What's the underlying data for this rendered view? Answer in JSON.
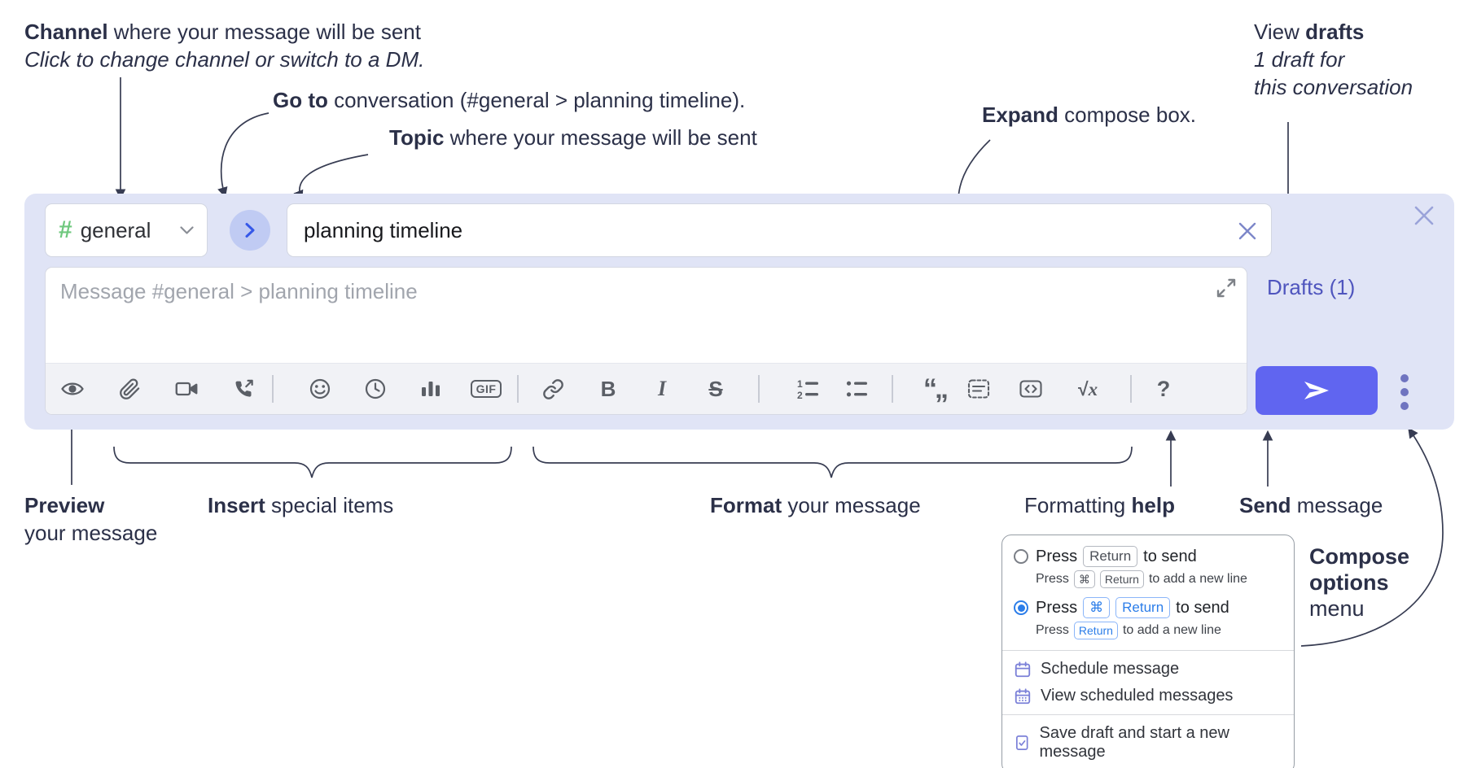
{
  "annotations": {
    "channel_bold": "Channel",
    "channel_rest": " where your message will be sent",
    "channel_italic": "Click to change channel or switch to a DM.",
    "goto_bold": "Go to",
    "goto_rest": " conversation (#general > planning timeline).",
    "topic_bold": "Topic",
    "topic_rest": " where your message will be sent",
    "expand_bold": "Expand",
    "expand_rest": " compose box.",
    "drafts_pre": "View ",
    "drafts_bold": "drafts",
    "drafts_italic_1": "1 draft for",
    "drafts_italic_2": "this conversation",
    "preview_bold": "Preview",
    "preview_rest": "your message",
    "insert_bold": "Insert",
    "insert_rest": " special items",
    "format_bold": "Format",
    "format_rest": " your message",
    "help_pre": "Formatting ",
    "help_bold": "help",
    "send_bold": "Send",
    "send_rest": " message",
    "compose_options_bold_1": "Compose",
    "compose_options_bold_2": "options",
    "compose_options_rest": "menu"
  },
  "compose": {
    "channel": {
      "hash": "#",
      "name": "general"
    },
    "topic": {
      "value": "planning timeline"
    },
    "message": {
      "placeholder": "Message #general > planning timeline"
    },
    "drafts_link": "Drafts (1)",
    "toolbar": {
      "icons": [
        "preview-eye",
        "attach-file",
        "add-video-call",
        "add-voice-call",
        "emoji",
        "add-global-time",
        "add-poll",
        "add-gif",
        "link",
        "bold",
        "italic",
        "strikethrough",
        "numbered-list",
        "bulleted-list",
        "quote",
        "spoiler",
        "code",
        "math",
        "help"
      ],
      "gif_label": "GIF",
      "bold_label": "B",
      "italic_label": "I",
      "strike_label": "S",
      "ol_1": "1",
      "ol_2": "2",
      "quote_label": "“„",
      "math_sqrt": "√",
      "math_x": "x",
      "help_label": "?"
    }
  },
  "popup": {
    "opt1": {
      "main_pre": "Press",
      "main_key": "Return",
      "main_post": "to send",
      "sub_pre": "Press",
      "sub_key1": "⌘",
      "sub_key2": "Return",
      "sub_post": "to add a new line"
    },
    "opt2": {
      "main_pre": "Press",
      "main_key1": "⌘",
      "main_key2": "Return",
      "main_post": "to send",
      "sub_pre": "Press",
      "sub_key": "Return",
      "sub_post": "to add a new line"
    },
    "items": {
      "schedule": "Schedule message",
      "view_scheduled": "View scheduled messages",
      "save_draft": "Save draft and start a new message"
    }
  },
  "colors": {
    "compose_background": "#e0e4f6",
    "send_button": "#6065f0",
    "drafts_link": "#4f55be",
    "channel_hash_green": "#6fc87e",
    "selected_blue": "#2b7de9",
    "menu_icon_purple": "#7b80d8",
    "annotation_ink": "#2b3048"
  }
}
